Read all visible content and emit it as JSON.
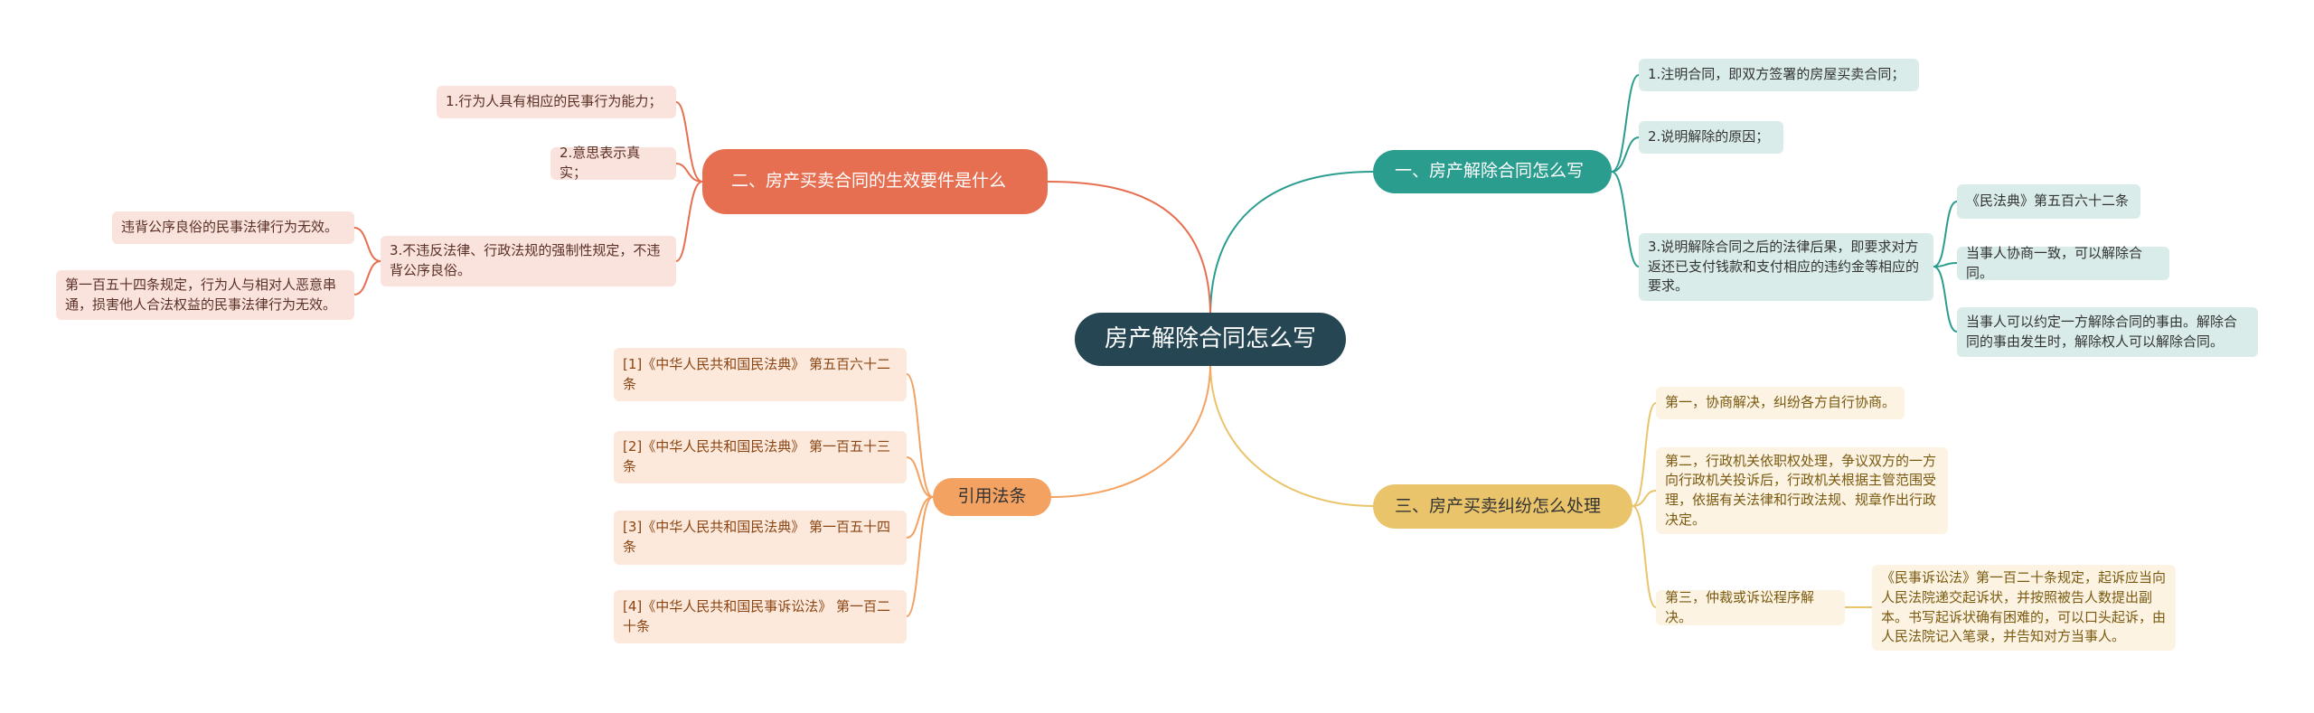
{
  "root": "房产解除合同怎么写",
  "colors": {
    "root": "#264653",
    "branch1": "#2a9d8f",
    "branch2": "#e76f51",
    "branch3": "#e9c46a",
    "branch4": "#f4a261"
  },
  "branch1": {
    "label": "一、房产解除合同怎么写",
    "items": [
      "1.注明合同，即双方签署的房屋买卖合同；",
      "2.说明解除的原因；",
      "3.说明解除合同之后的法律后果，即要求对方返还已支付钱款和支付相应的违约金等相应的要求。"
    ],
    "sub": [
      "《民法典》第五百六十二条",
      "当事人协商一致，可以解除合同。",
      "当事人可以约定一方解除合同的事由。解除合同的事由发生时，解除权人可以解除合同。"
    ]
  },
  "branch2": {
    "label": "二、房产买卖合同的生效要件是什么",
    "items": [
      "1.行为人具有相应的民事行为能力；",
      "2.意思表示真实；",
      "3.不违反法律、行政法规的强制性规定，不违背公序良俗。"
    ],
    "sub": [
      "违背公序良俗的民事法律行为无效。",
      "第一百五十四条规定，行为人与相对人恶意串通，损害他人合法权益的民事法律行为无效。"
    ]
  },
  "branch3": {
    "label": "三、房产买卖纠纷怎么处理",
    "items": [
      "第一，协商解决，纠纷各方自行协商。",
      "第二，行政机关依职权处理，争议双方的一方向行政机关投诉后，行政机关根据主管范围受理，依据有关法律和行政法规、规章作出行政决定。",
      "第三，仲裁或诉讼程序解决。"
    ],
    "sub": [
      "《民事诉讼法》第一百二十条规定，起诉应当向人民法院递交起诉状，并按照被告人数提出副本。书写起诉状确有困难的，可以口头起诉，由人民法院记入笔录，并告知对方当事人。"
    ]
  },
  "branch4": {
    "label": "引用法条",
    "items": [
      "[1]《中华人民共和国民法典》 第五百六十二条",
      "[2]《中华人民共和国民法典》 第一百五十三条",
      "[3]《中华人民共和国民法典》 第一百五十四条",
      "[4]《中华人民共和国民事诉讼法》 第一百二十条"
    ]
  }
}
